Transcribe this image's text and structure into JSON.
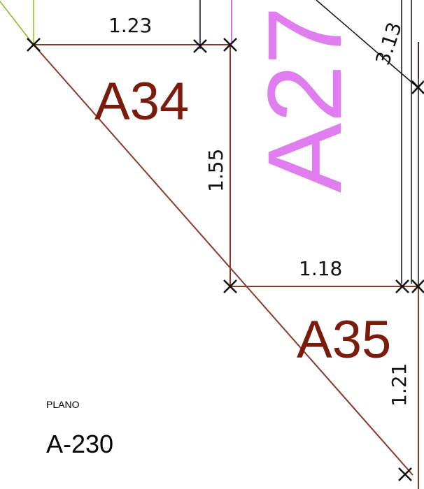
{
  "plan": {
    "label": "PLANO",
    "code": "A-230"
  },
  "areas": {
    "a34": "A34",
    "a27": "A27",
    "a35": "A35"
  },
  "dimensions": {
    "d_1_23": "1.23",
    "d_1_55": "1.55",
    "d_1_18": "1.18",
    "d_1_21": "1.21",
    "d_3_13": "3.13"
  },
  "colors": {
    "wall": "#8b3a2a",
    "area_text": "#7a1b0b",
    "a27_text": "#e07ef0",
    "pink_line": "#d86ee8",
    "green_line": "#88bb22",
    "dim_line": "#111111"
  }
}
